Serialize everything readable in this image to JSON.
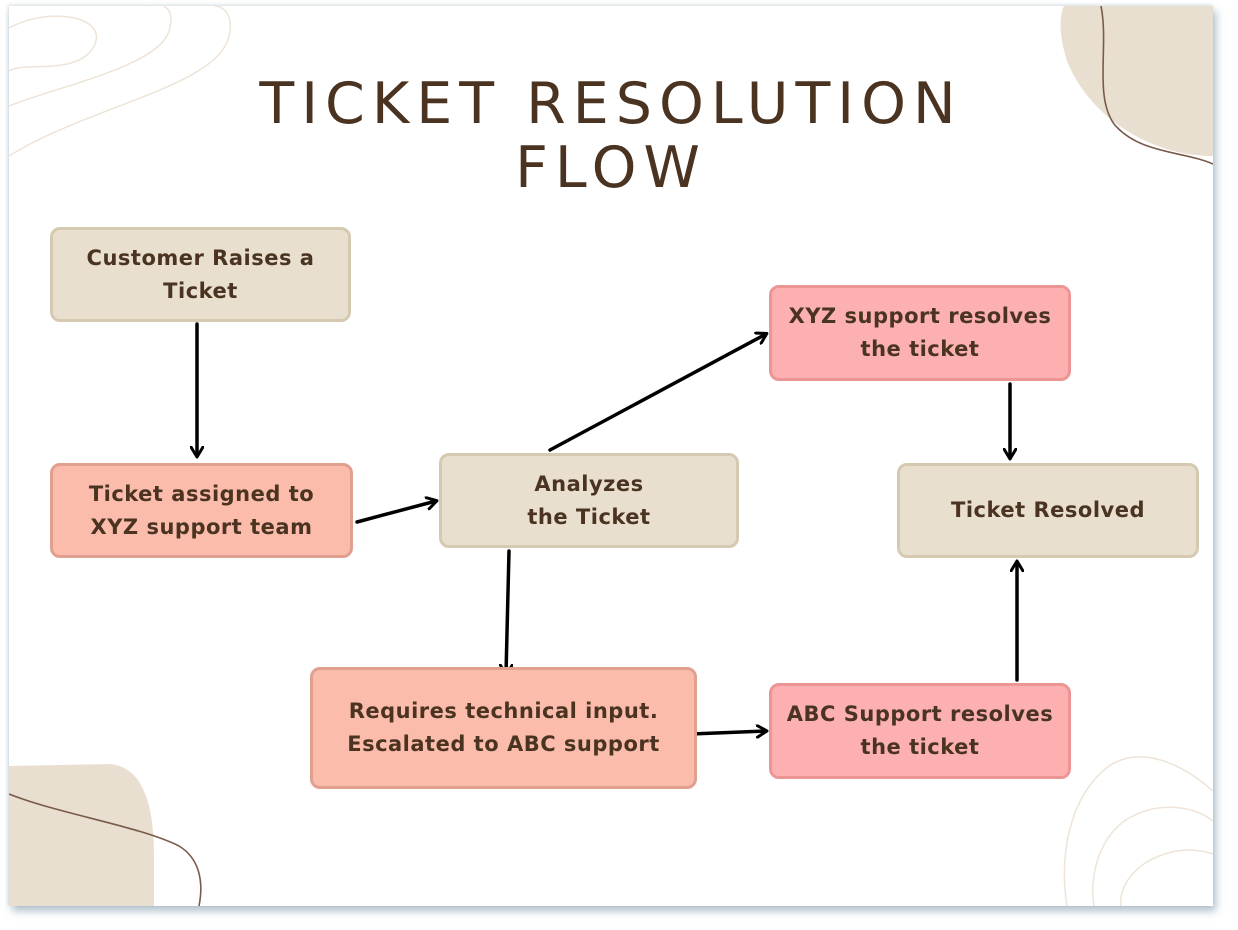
{
  "title": {
    "line1": "TICKET RESOLUTION",
    "line2": "FLOW"
  },
  "nodes": {
    "customer_raises": "Customer Raises a Ticket",
    "assigned_xyz": "Ticket assigned to XYZ support team",
    "analyzes": "Analyzes the Ticket",
    "requires_technical": "Requires technical input. Escalated to ABC support",
    "xyz_resolves": "XYZ support resolves the ticket",
    "ticket_resolved": "Ticket Resolved",
    "abc_resolves": "ABC Support resolves the ticket"
  },
  "colors": {
    "beige": "#e8dfcf",
    "salmon": "#fbbcac",
    "pink": "#fcb0b0",
    "text": "#4a3320",
    "arrow": "#000000"
  }
}
